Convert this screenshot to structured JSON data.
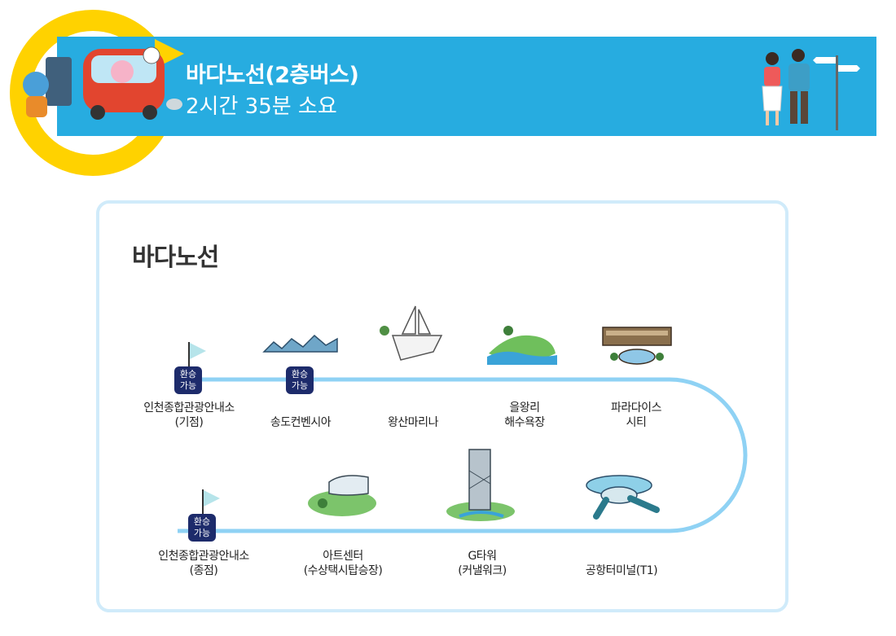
{
  "header": {
    "title": "바다노선(2층버스)",
    "duration": "2시간 35분 소요"
  },
  "card": {
    "title": "바다노선"
  },
  "transfer": {
    "line1": "환승",
    "line2": "가능"
  },
  "stops": [
    {
      "line1": "인천종합관광안내소",
      "line2": "(기점)"
    },
    {
      "line1": "송도컨벤시아",
      "line2": ""
    },
    {
      "line1": "왕산마리나",
      "line2": ""
    },
    {
      "line1": "을왕리",
      "line2": "해수욕장"
    },
    {
      "line1": "파라다이스",
      "line2": "시티"
    },
    {
      "line1": "공항터미널(T1)",
      "line2": ""
    },
    {
      "line1": "G타워",
      "line2": "(커낼워크)"
    },
    {
      "line1": "아트센터",
      "line2": "(수상택시탑승장)"
    },
    {
      "line1": "인천종합관광안내소",
      "line2": "(종점)"
    }
  ],
  "colors": {
    "banner": "#27ace0",
    "accent_yellow": "#ffd200",
    "route_line": "#8fd2f4",
    "transfer_badge": "#1d2b6b",
    "card_border": "#d0ebfa"
  }
}
